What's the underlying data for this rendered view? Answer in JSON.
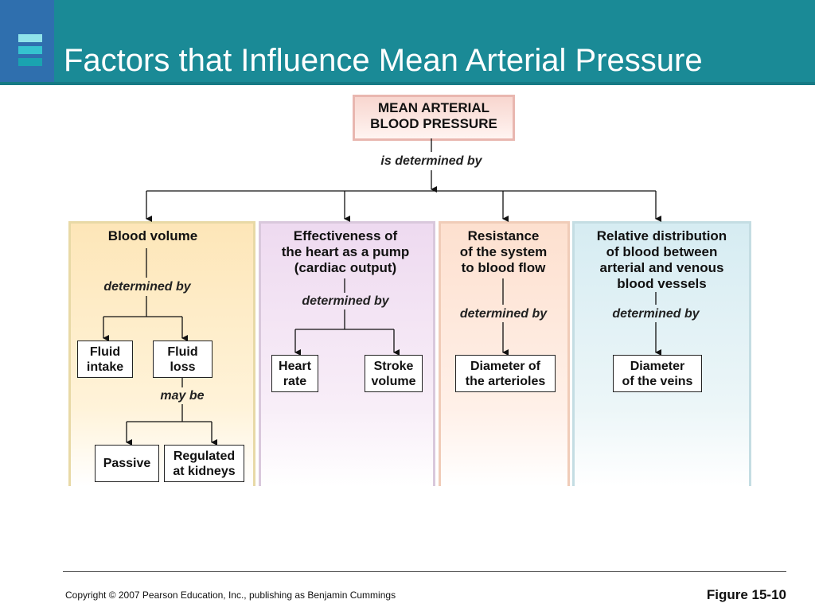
{
  "slide": {
    "title": "Factors that Influence Mean Arterial Pressure",
    "header_color": "#1a8a96",
    "accent_color": "#2f6fae"
  },
  "diagram": {
    "root": {
      "line1": "MEAN ARTERIAL",
      "line2": "BLOOD PRESSURE",
      "link": "is determined by"
    },
    "columns": [
      {
        "heading": [
          "Blood volume"
        ],
        "link": "determined by",
        "children": [
          [
            "Fluid",
            "intake"
          ],
          [
            "Fluid",
            "loss"
          ]
        ],
        "secondary_link": "may be",
        "secondary_children": [
          [
            "Passive"
          ],
          [
            "Regulated",
            "at kidneys"
          ]
        ]
      },
      {
        "heading": [
          "Effectiveness of",
          "the heart as a pump",
          "(cardiac output)"
        ],
        "link": "determined by",
        "children": [
          [
            "Heart",
            "rate"
          ],
          [
            "Stroke",
            "volume"
          ]
        ]
      },
      {
        "heading": [
          "Resistance",
          "of the system",
          "to blood flow"
        ],
        "link": "determined by",
        "children": [
          [
            "Diameter of",
            "the arterioles"
          ]
        ]
      },
      {
        "heading": [
          "Relative distribution",
          "of blood between",
          "arterial and venous",
          "blood vessels"
        ],
        "link": "determined by",
        "children": [
          [
            "Diameter",
            "of the veins"
          ]
        ]
      }
    ]
  },
  "footer": {
    "copyright": "Copyright © 2007 Pearson Education, Inc., publishing as Benjamin Cummings",
    "figure": "Figure 15-10"
  }
}
